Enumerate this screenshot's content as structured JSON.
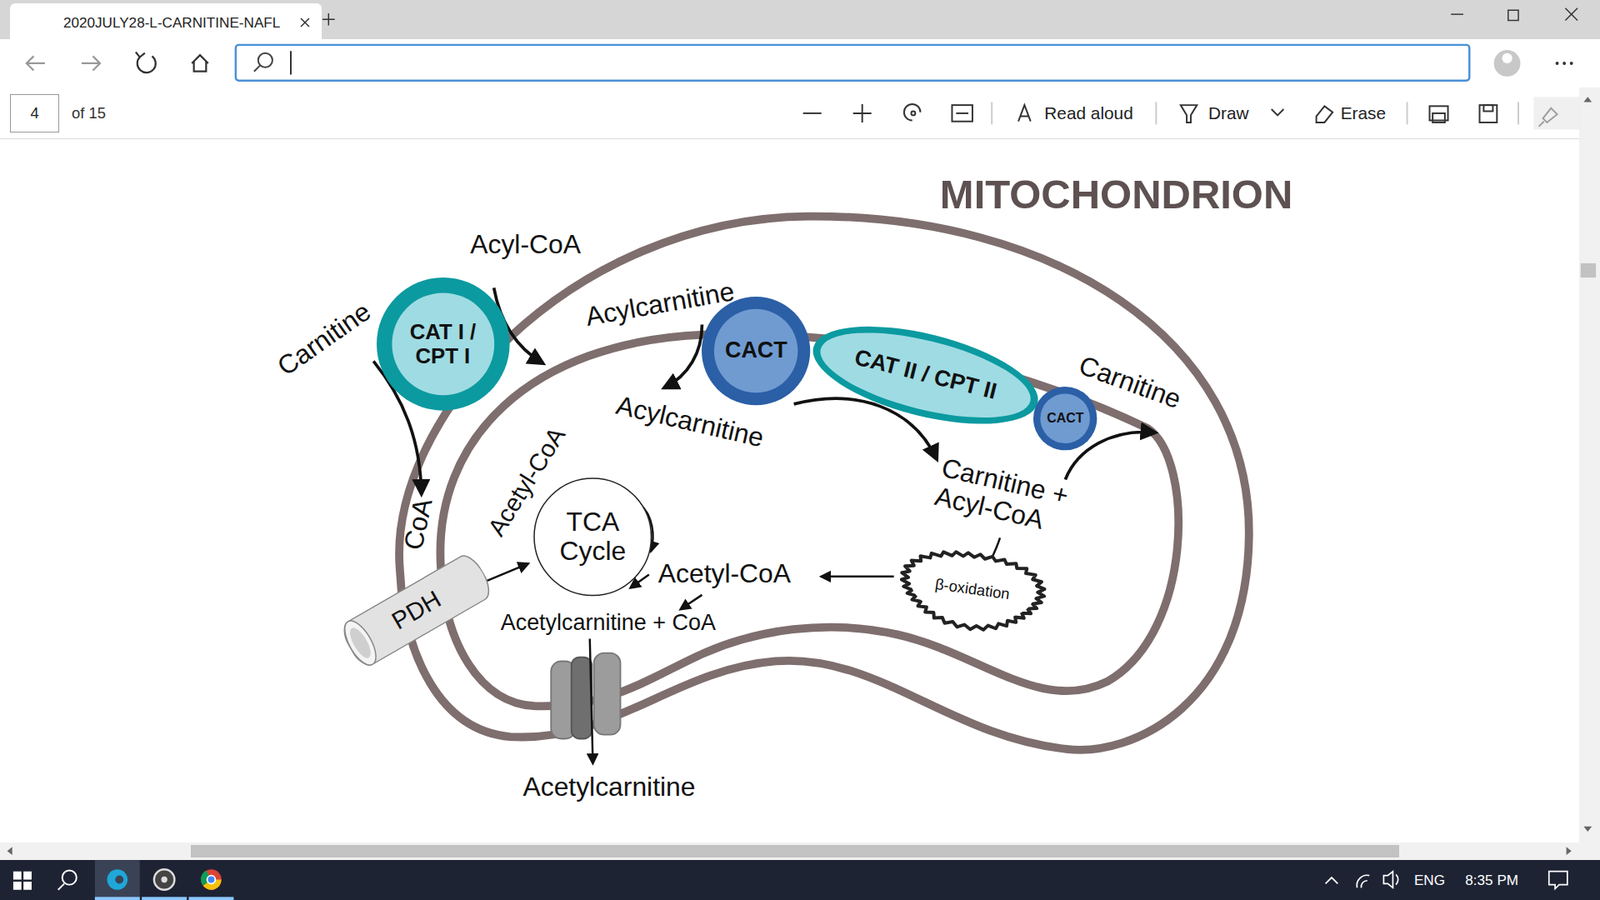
{
  "diagram": {
    "title": "MITOCHONDRION",
    "nodes": [
      {
        "text": [
          "2020JULY28-L-CARNITINE-NAFL"
        ]
      },
      {
        "text": [
          "4"
        ]
      },
      {
        "text": [
          "CAT I / CPT I"
        ]
      },
      {
        "text": [
          "CACT"
        ]
      },
      {
        "text": [
          "CAT II / CPT II"
        ]
      },
      {
        "text": [
          "CACT"
        ]
      },
      {
        "text": [
          "TCA Cycle"
        ]
      },
      {
        "text": [
          "PDH"
        ]
      },
      {
        "text": [
          "β-oxidation"
        ]
      }
    ],
    "edges": [
      {
        "from": 7,
        "to": 6,
        "arrow": "to"
      }
    ],
    "labels": [
      "Acyl-CoA",
      "Carnitine",
      "CoA",
      "Acylcarnitine",
      "Acylcarnitine",
      "Acetyl-CoA",
      "Acetyl-CoA",
      "Acetylcarnitine + CoA",
      "Carnitine + Acyl-CoA",
      "Carnitine",
      "Acetylcarnitine",
      "of 15",
      "Read aloud",
      "Draw",
      "Erase",
      "ENG",
      "8:35 PM"
    ]
  }
}
